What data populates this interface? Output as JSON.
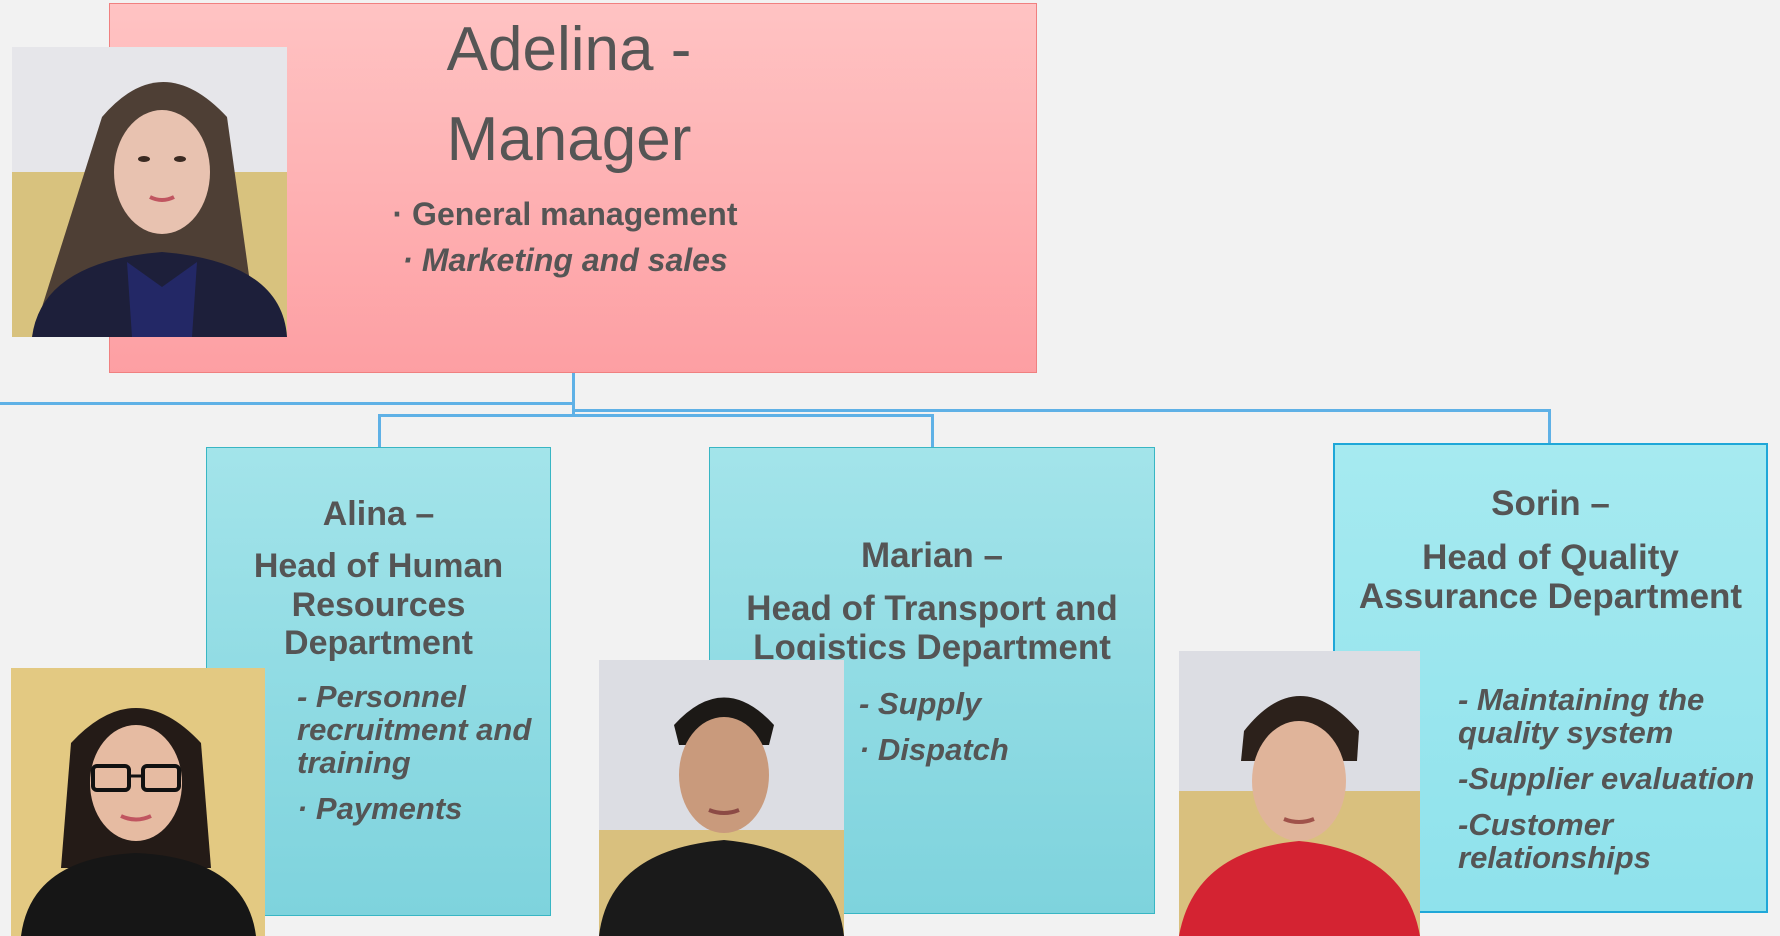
{
  "manager": {
    "name_line": "Adelina -",
    "role_line": "Manager",
    "duties": [
      "· General management",
      "· Marketing and sales"
    ]
  },
  "teams": [
    {
      "name": "Alina –",
      "title_lines": [
        "Head of Human",
        "Resources",
        "Department"
      ],
      "duties": [
        "-  Personnel",
        "recruitment and",
        "training",
        "·  Payments"
      ]
    },
    {
      "name": "Marian –",
      "title_lines": [
        "Head of Transport and",
        "Logistics Department"
      ],
      "duties": [
        "- Supply",
        "·  Dispatch"
      ]
    },
    {
      "name": "Sorin –",
      "title_lines": [
        "Head of Quality",
        "Assurance Department"
      ],
      "duties": [
        "- Maintaining the",
        "quality system",
        "-Supplier evaluation",
        "-Customer",
        "relationships"
      ]
    }
  ],
  "colors": {
    "manager_fill": "#fdaaae",
    "team_fill": "#8fd9e2",
    "connector": "#5fb1e6",
    "text": "#555555"
  }
}
